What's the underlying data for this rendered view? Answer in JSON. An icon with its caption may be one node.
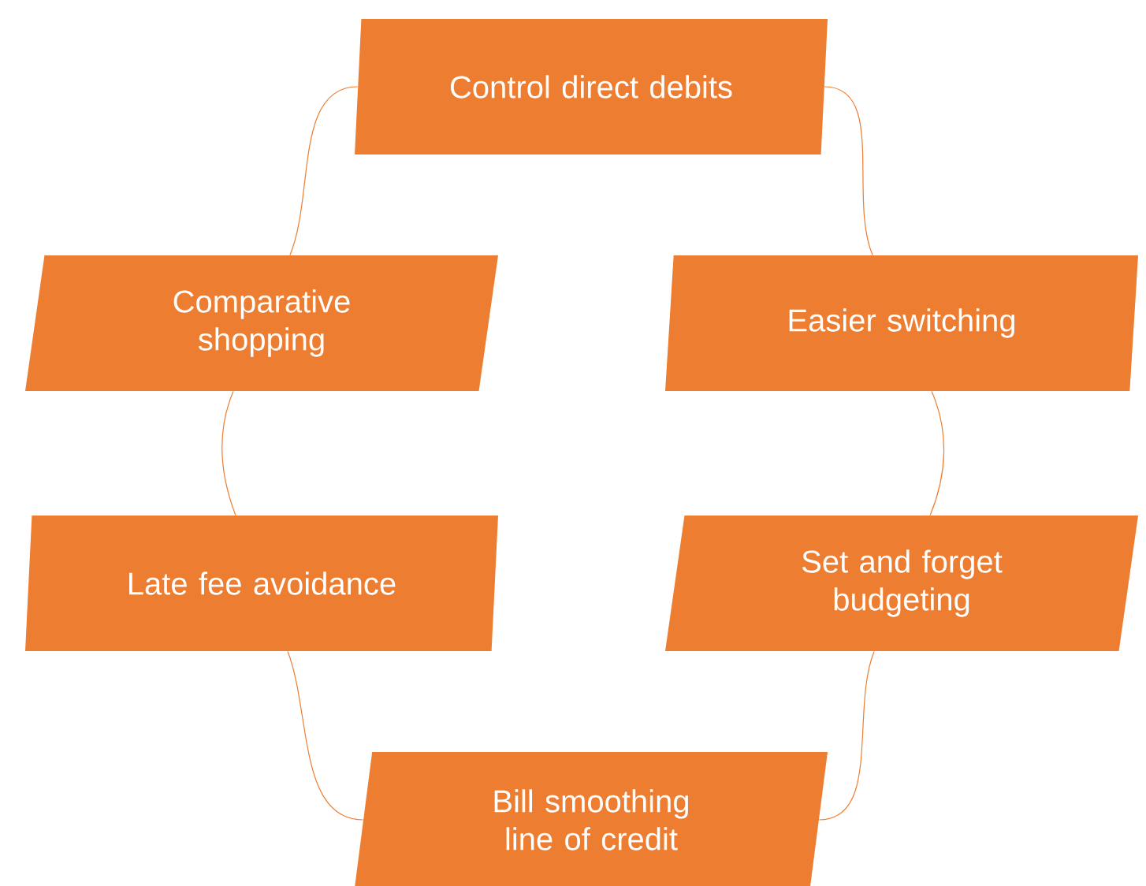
{
  "diagram": {
    "nodes": [
      {
        "text": [
          "Control direct debits"
        ]
      },
      {
        "text": [
          "Comparative shopping"
        ]
      },
      {
        "text": [
          "Easier switching"
        ]
      },
      {
        "text": [
          "Late fee avoidance"
        ]
      },
      {
        "text": [
          "Set and forget budgeting"
        ]
      },
      {
        "text": [
          "Bill smoothing line of credit"
        ]
      }
    ],
    "edges": [
      {
        "from": 0,
        "to": 2,
        "arrow": "none"
      },
      {
        "from": 2,
        "to": 4,
        "arrow": "none"
      },
      {
        "from": 4,
        "to": 5,
        "arrow": "none"
      },
      {
        "from": 5,
        "to": 3,
        "arrow": "none"
      },
      {
        "from": 3,
        "to": 1,
        "arrow": "none"
      },
      {
        "from": 1,
        "to": 0,
        "arrow": "none"
      }
    ]
  }
}
